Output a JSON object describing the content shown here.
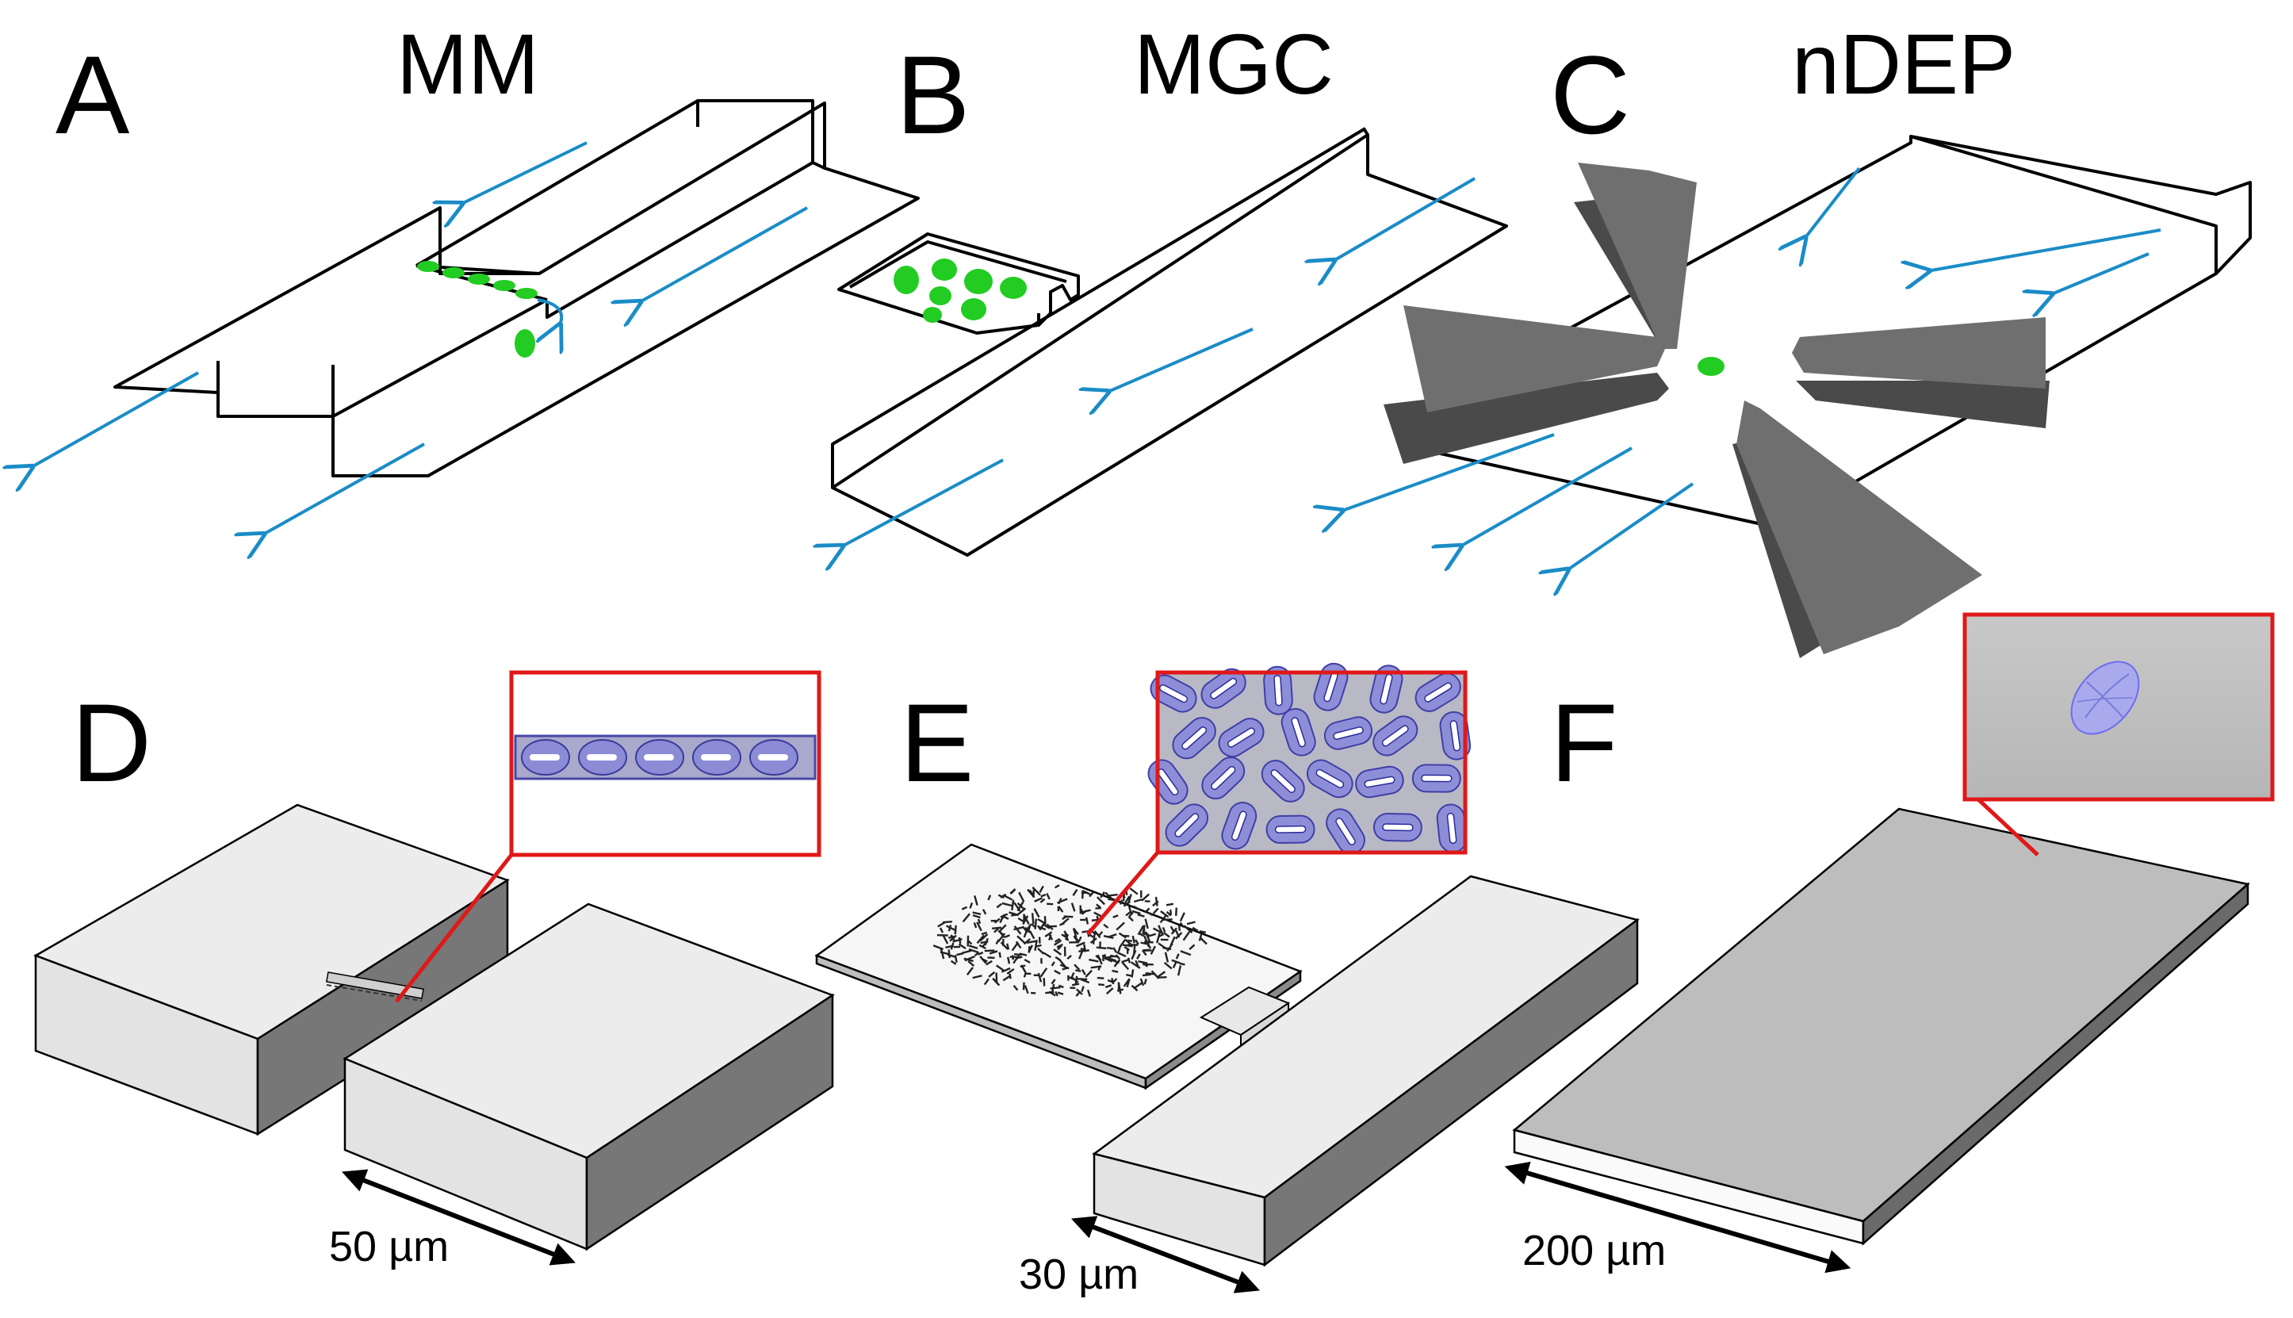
{
  "panels": [
    {
      "letter": "A",
      "title": "MM"
    },
    {
      "letter": "B",
      "title": "MGC"
    },
    {
      "letter": "C",
      "title": "nDEP"
    },
    {
      "letter": "D",
      "scale": "50 µm"
    },
    {
      "letter": "E",
      "scale": "30 µm"
    },
    {
      "letter": "F",
      "scale": "200 µm"
    }
  ],
  "colors": {
    "flow_arrow": "#1a8cc7",
    "cell": "#22cc22",
    "electrode": "#6f6f6f",
    "inset_frame": "#e01818",
    "cell_model": "#6d6df0"
  }
}
